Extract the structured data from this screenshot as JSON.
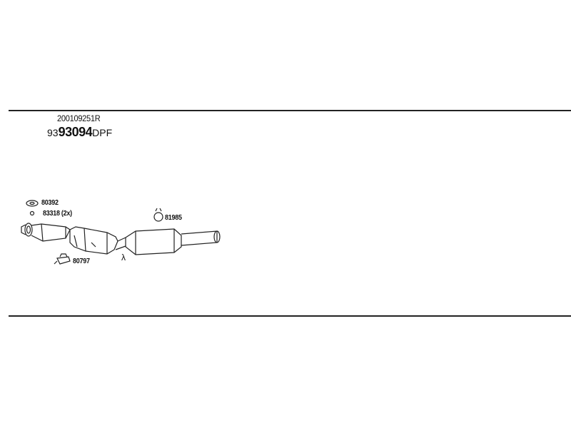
{
  "header": {
    "reference": "200109251R",
    "part_prefix": "93",
    "part_main": "93094",
    "part_suffix": "DPF"
  },
  "callouts": {
    "gasket": "80392",
    "nut": "83318 (2x)",
    "clamp": "81985",
    "bracket": "80797",
    "lambda": "λ"
  },
  "icons": {
    "gasket": "gasket-icon",
    "nut": "nut-icon",
    "clamp": "clamp-icon",
    "bracket": "bracket-icon"
  }
}
